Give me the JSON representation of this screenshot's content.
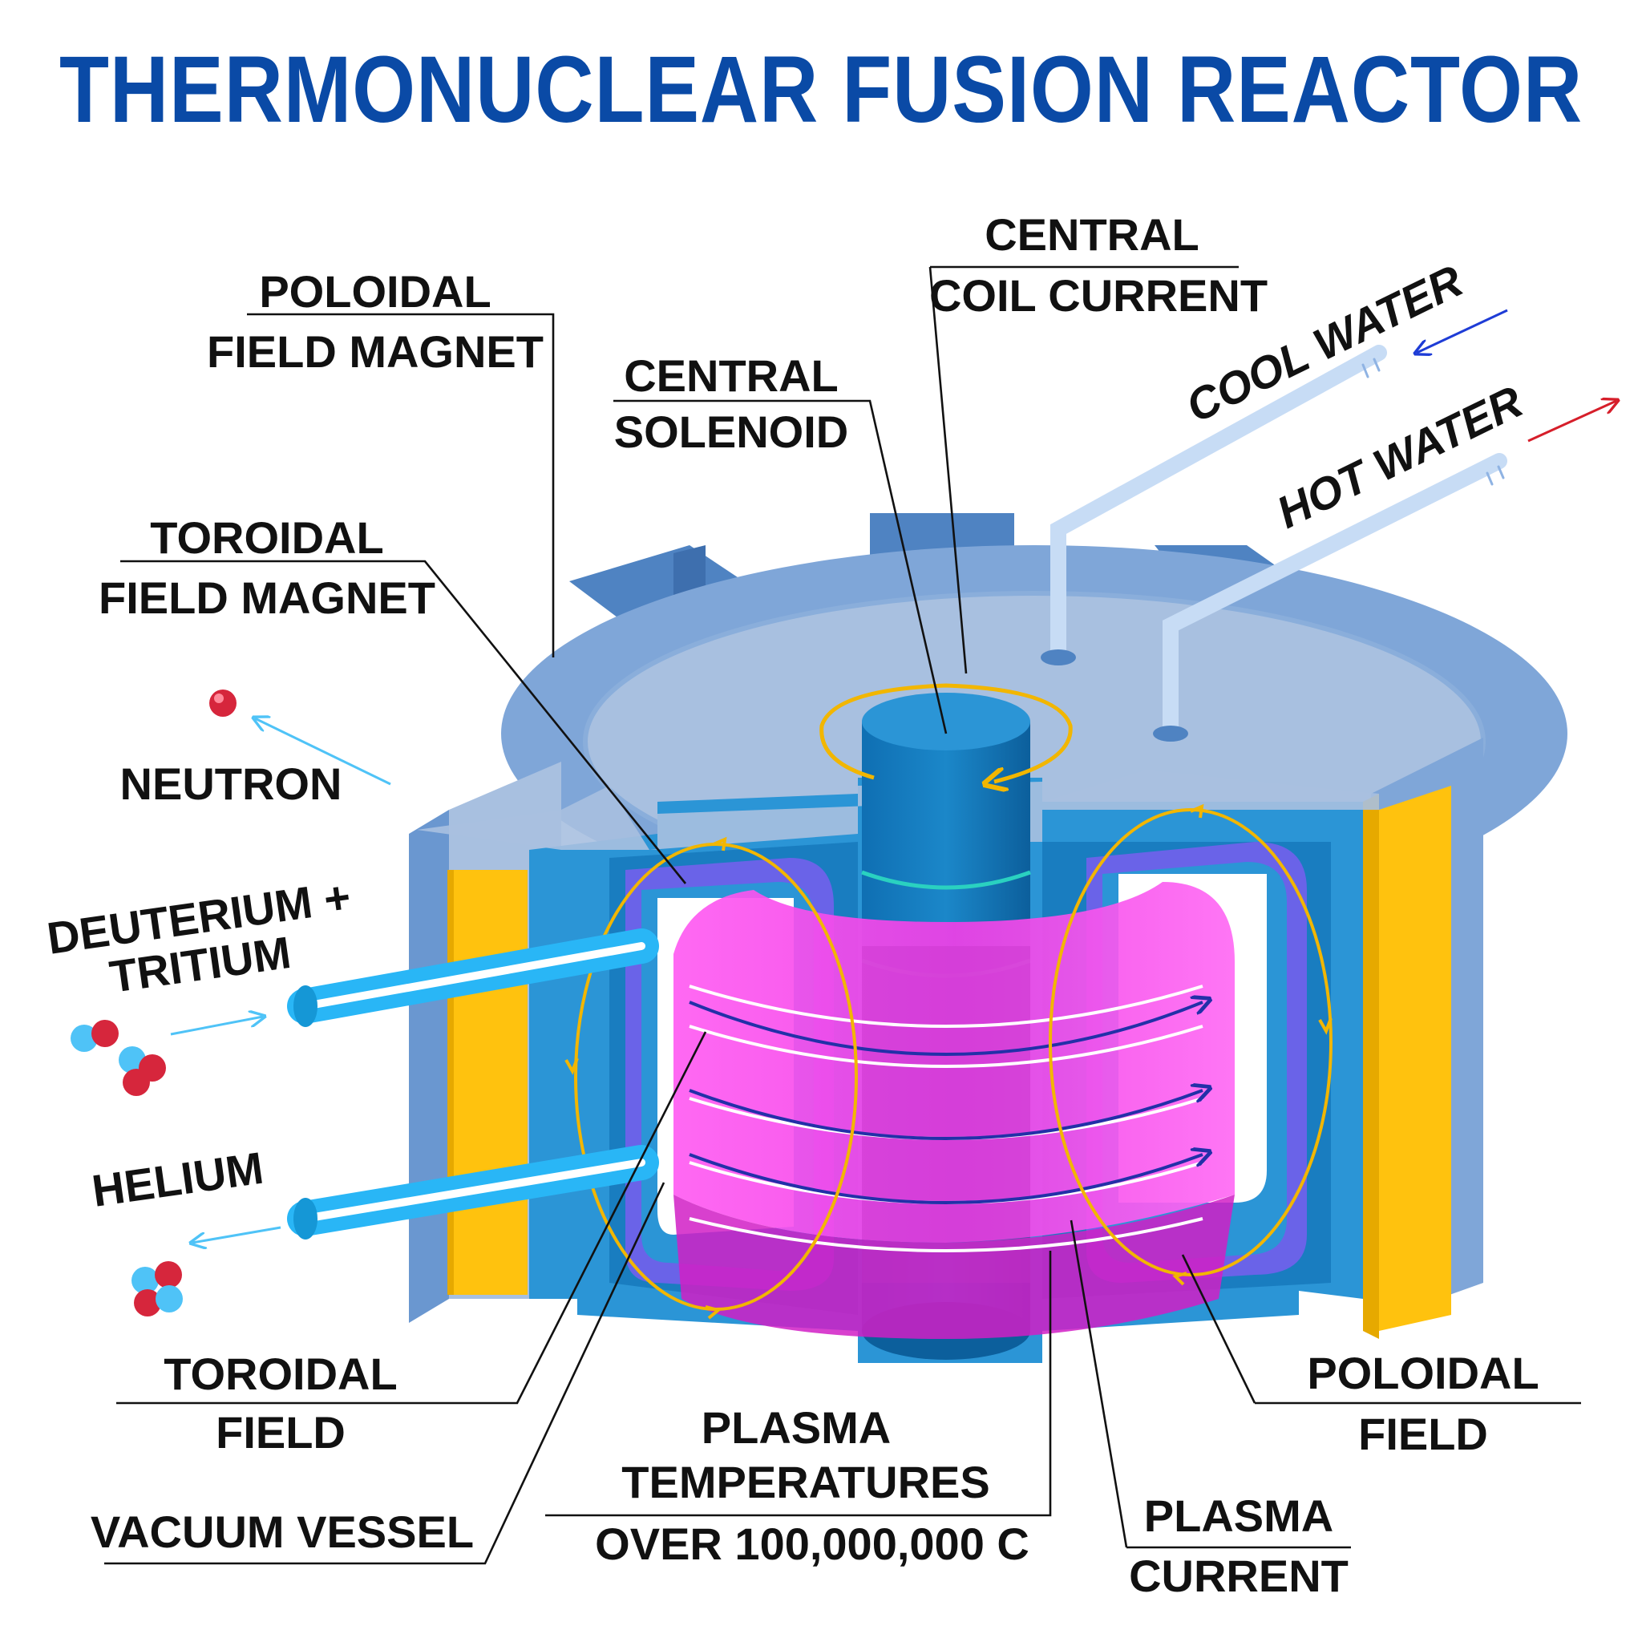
{
  "title": "THERMONUCLEAR FUSION REACTOR",
  "labels": {
    "poloidal_field_magnet": [
      "POLOIDAL",
      "FIELD MAGNET"
    ],
    "central_solenoid": [
      "CENTRAL",
      "SOLENOID"
    ],
    "central_coil_current": [
      "CENTRAL",
      "COIL CURRENT"
    ],
    "cool_water": "COOL WATER",
    "hot_water": "HOT WATER",
    "toroidal_field_magnet": [
      "TOROIDAL",
      "FIELD MAGNET"
    ],
    "neutron": "NEUTRON",
    "deuterium_tritium": [
      "DEUTERIUM +",
      "TRITIUM"
    ],
    "helium": "HELIUM",
    "toroidal_field": [
      "TOROIDAL",
      "FIELD"
    ],
    "vacuum_vessel": "VACUUM VESSEL",
    "plasma_temperatures": [
      "PLASMA",
      "TEMPERATURES",
      "OVER 100,000,000 C"
    ],
    "plasma_current": [
      "PLASMA",
      "CURRENT"
    ],
    "poloidal_field": [
      "POLOIDAL",
      "FIELD"
    ]
  },
  "colors": {
    "title": "#0a4aa6",
    "shell_light": "#a8c0e0",
    "shell_mid": "#7fa6d8",
    "shell_dark": "#4f83c2",
    "blanket": "#2b95d6",
    "deep_blue": "#0b6aae",
    "magnet_yellow": "#ffc20e",
    "plasma": "#ff3df0",
    "field_line": "#f2b600",
    "coil_violet": "#6a63e8",
    "pipe": "#29b6f6",
    "neutron_red": "#d6263c",
    "atom_blue": "#4fc3f7",
    "cool_arrow": "#1e3cd6",
    "hot_arrow": "#d61e2a"
  }
}
